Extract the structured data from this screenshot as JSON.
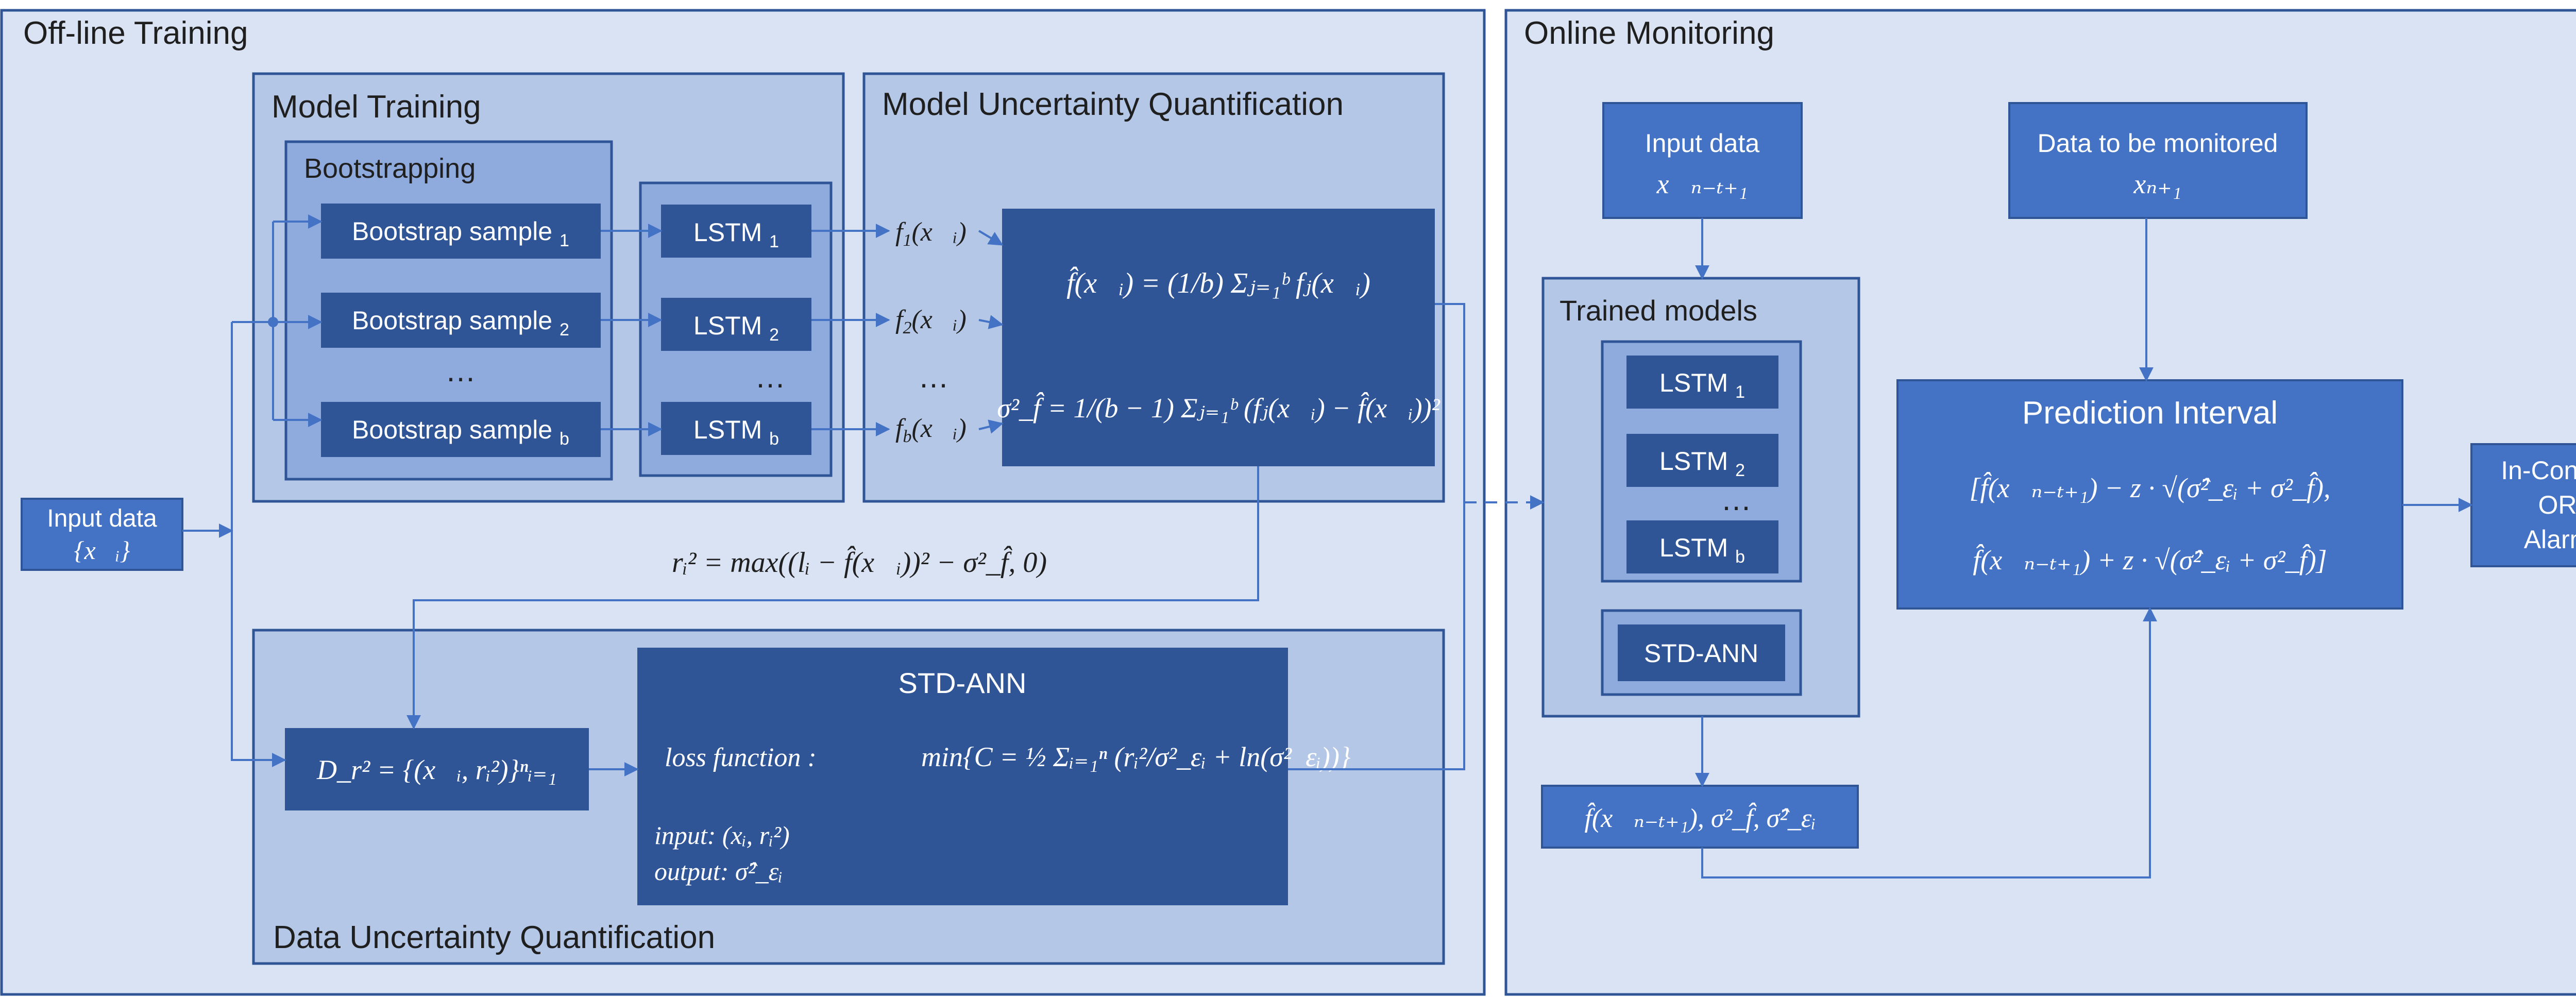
{
  "panels": {
    "offline": {
      "title": "Off-line Training"
    },
    "online": {
      "title": "Online Monitoring"
    }
  },
  "model_training": {
    "title": "Model Training",
    "bootstrapping": {
      "title": "Bootstrapping",
      "samples": [
        {
          "label": "Bootstrap sample",
          "sub": "1"
        },
        {
          "label": "Bootstrap sample",
          "sub": "2"
        },
        {
          "label": "Bootstrap sample",
          "sub": "b"
        }
      ],
      "ellipsis": "…"
    },
    "lstms": [
      {
        "label": "LSTM",
        "sub": "1"
      },
      {
        "label": "LSTM",
        "sub": "2"
      },
      {
        "label": "LSTM",
        "sub": "b"
      }
    ],
    "ellipsis": "…"
  },
  "model_uncertainty": {
    "title": "Model Uncertainty Quantification",
    "outputs": [
      {
        "f": "f",
        "sub": "1",
        "arg": "(x⃗ᵢ)"
      },
      {
        "f": "f",
        "sub": "2",
        "arg": "(x⃗ᵢ)"
      },
      {
        "f": "f",
        "sub": "b",
        "arg": "(x⃗ᵢ)"
      }
    ],
    "ellipsis": "…",
    "eq_mean": "f̂(x⃗ᵢ) = (1/b) Σⱼ₌₁ᵇ fⱼ(x⃗ᵢ)",
    "eq_var": "σ²_f̂ = 1/(b − 1) Σⱼ₌₁ᵇ (fⱼ(x⃗ᵢ) − f̂(x⃗ᵢ))²"
  },
  "residual_eq": "rᵢ² = max((lᵢ − f̂(x⃗ᵢ))² − σ²_f̂, 0)",
  "input_data": {
    "line1": "Input data",
    "line2": "{x⃗ᵢ}"
  },
  "data_uncertainty": {
    "title": "Data Uncertainty Quantification",
    "dataset": "D_r² = {(x⃗ᵢ, rᵢ²)}ⁿᵢ₌₁",
    "std_ann": {
      "title": "STD-ANN",
      "loss_prefix": "loss function :",
      "loss_eq": "min{C = ½ Σᵢ₌₁ⁿ (rᵢ²/σ²_εᵢ + ln(σ²_εᵢ))}",
      "input": "input: (xᵢ, rᵢ²)",
      "output": "output: σ̂²_εᵢ"
    }
  },
  "online": {
    "input_data": {
      "line1": "Input data",
      "line2": "x⃗ₙ₋ₜ₊₁"
    },
    "monitored": {
      "line1": "Data to be monitored",
      "line2": "xₙ₊₁"
    },
    "trained_models": {
      "title": "Trained models",
      "lstms": [
        {
          "label": "LSTM",
          "sub": "1"
        },
        {
          "label": "LSTM",
          "sub": "2"
        },
        {
          "label": "LSTM",
          "sub": "b"
        }
      ],
      "ellipsis": "…",
      "std_ann": "STD-ANN"
    },
    "outputs_eq": "f̂(x⃗ₙ₋ₜ₊₁), σ²_f̂, σ̂²_εᵢ",
    "prediction_interval": {
      "title": "Prediction Interval",
      "line1": "[f̂(x⃗ₙ₋ₜ₊₁) − z · √(σ̂²_εᵢ + σ²_f̂),",
      "line2": "f̂(x⃗ₙ₋ₜ₊₁) + z · √(σ̂²_εᵢ + σ²_f̂)]"
    },
    "result": {
      "line1": "In-Control",
      "line2": "OR",
      "line3": "Alarm"
    }
  },
  "colors": {
    "panel_bg": "#dae3f3",
    "panel_border": "#2f5597",
    "group_bg": "#b4c7e7",
    "group_inner_bg": "#8faadc",
    "box_dark": "#2f5597",
    "box_mid": "#4472c4",
    "arrow": "#4472c4"
  }
}
